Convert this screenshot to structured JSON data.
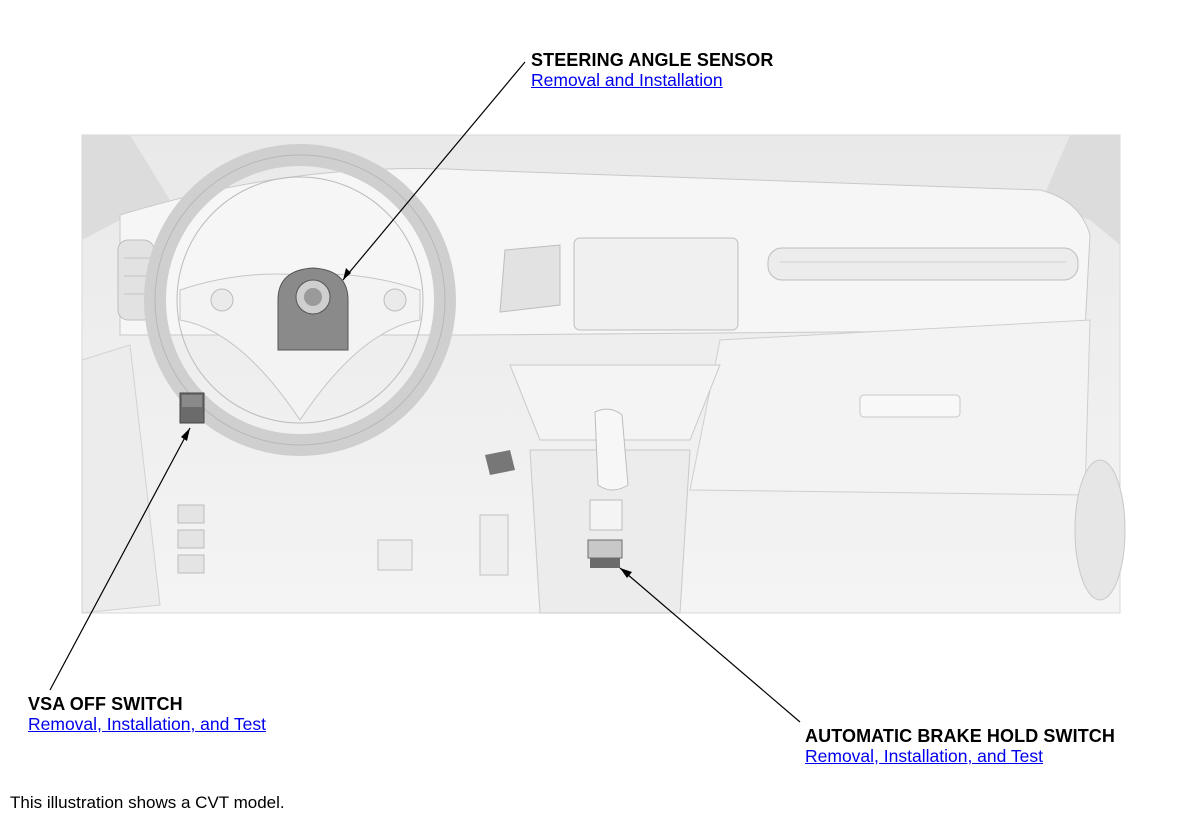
{
  "callouts": {
    "steering": {
      "title": "STEERING ANGLE SENSOR",
      "link": "Removal and Installation"
    },
    "vsa": {
      "title": "VSA OFF SWITCH",
      "link": "Removal, Installation, and Test"
    },
    "brake_hold": {
      "title": "AUTOMATIC BRAKE HOLD SWITCH",
      "link": "Removal, Installation, and Test"
    }
  },
  "footnote": "This illustration shows a CVT model.",
  "colors": {
    "link": "#0000ee",
    "component": "#6b6b6b",
    "interior": "#efefef"
  }
}
